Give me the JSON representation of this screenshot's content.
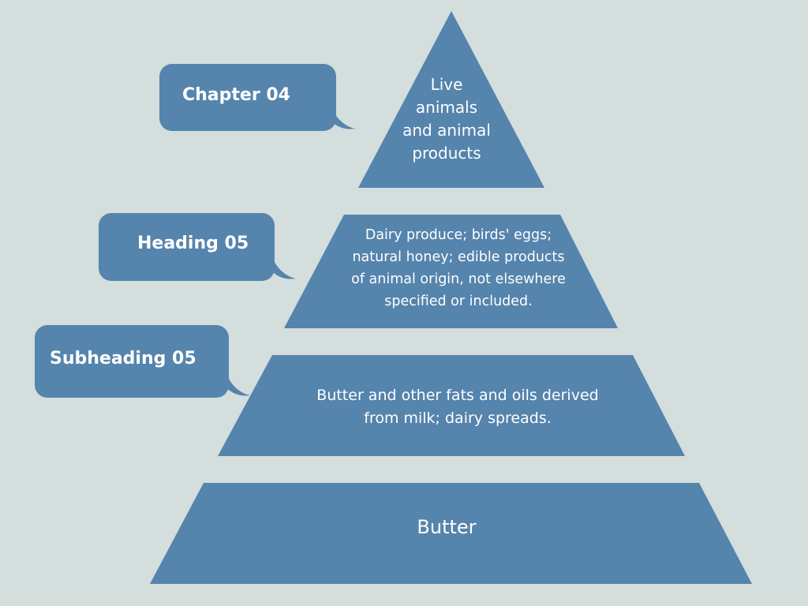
{
  "colors": {
    "background": "#d3dedd",
    "shape_fill": "#5584ad",
    "text": "#ffffff"
  },
  "tiers": [
    {
      "text": "Live\nanimals\nand animal\nproducts"
    },
    {
      "text": "Dairy produce; birds' eggs;\nnatural honey; edible products\nof animal origin, not elsewhere\nspecified or included."
    },
    {
      "text": "Butter and other fats and oils derived\nfrom milk; dairy spreads."
    },
    {
      "text": "Butter"
    }
  ],
  "callouts": [
    {
      "label": "Chapter 04"
    },
    {
      "label": "Heading 05"
    },
    {
      "label": "Subheading 05"
    }
  ]
}
